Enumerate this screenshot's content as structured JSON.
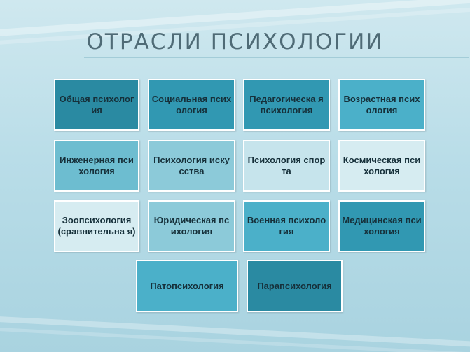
{
  "title": "ОТРАСЛИ ПСИХОЛОГИИ",
  "rows": [
    [
      "Общая психология",
      "Социальная психология",
      "Педагогическа я психология",
      "Возрастная психология"
    ],
    [
      "Инженерная психология",
      "Психология искусства",
      "Психология спорта",
      "Космическая психология"
    ],
    [
      "Зоопсихология (сравнительна я)",
      "Юридическая психология",
      "Военная психология",
      "Медицинская психология"
    ],
    [
      "Патопсихология",
      "Парапсихология"
    ]
  ],
  "colors": {
    "c1": "#2a8aa2",
    "c2": "#3198b2",
    "c3": "#4bb0c9",
    "c4": "#6dbdd0",
    "c5": "#8ccad9",
    "c6": "#aad8e3",
    "c7": "#c6e4ec",
    "c8": "#d6ecf1"
  }
}
